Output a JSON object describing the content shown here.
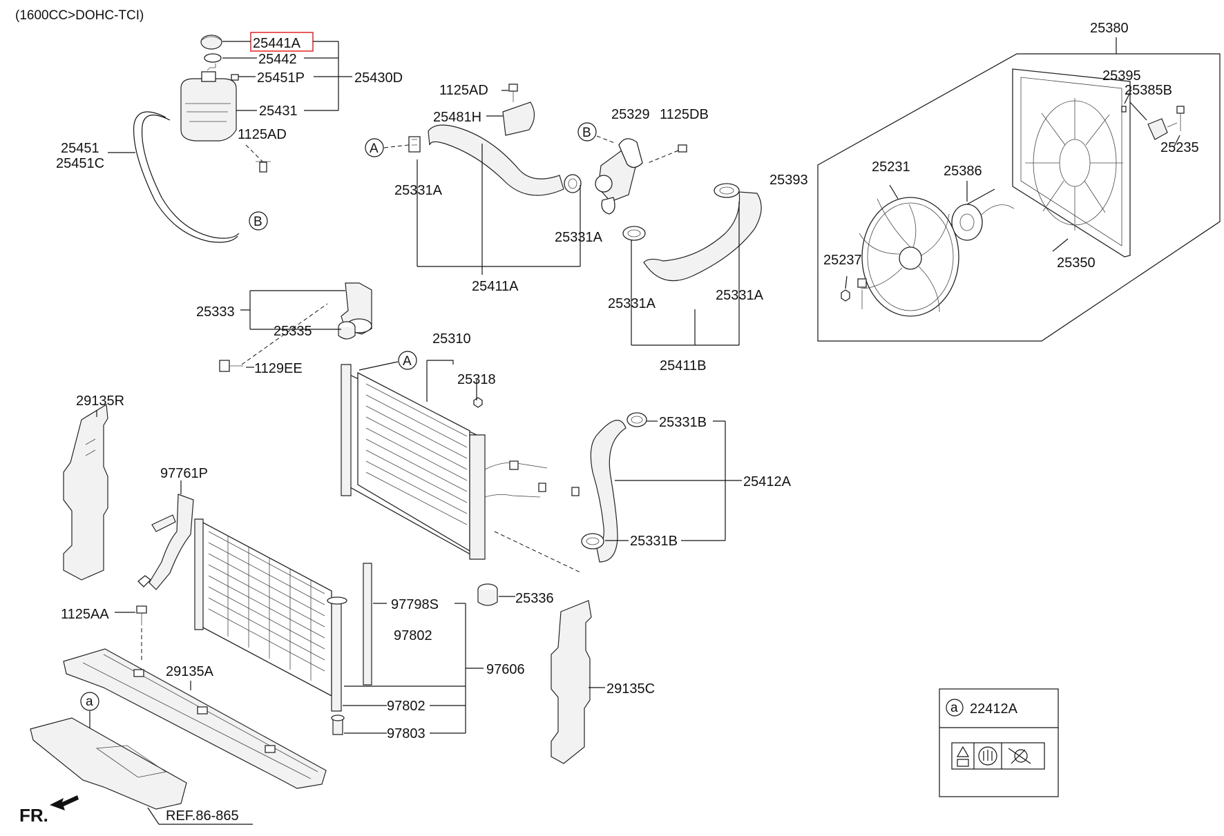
{
  "header": {
    "engine_spec": "(1600CC>DOHC-TCI)"
  },
  "reference": {
    "fr": "FR.",
    "ref": "REF.86-865"
  },
  "callouts": {
    "A": "A",
    "B": "B",
    "a": "a"
  },
  "highlight": {
    "part": "25441A",
    "color": "#e53030"
  },
  "labels": {
    "p25441A": "25441A",
    "p25442": "25442",
    "p25451P": "25451P",
    "p25430D": "25430D",
    "p25431": "25431",
    "p1125AD_a": "1125AD",
    "p25451": "25451",
    "p25451C": "25451C",
    "p1125AD_b": "1125AD",
    "p25481H": "25481H",
    "p25331A_1": "25331A",
    "p25329": "25329",
    "p1125DB": "1125DB",
    "p25331A_2": "25331A",
    "p25411A": "25411A",
    "p25331A_3": "25331A",
    "p25331A_4": "25331A",
    "p25411B": "25411B",
    "p25380": "25380",
    "p25395": "25395",
    "p25385B": "25385B",
    "p25235": "25235",
    "p25393": "25393",
    "p25231": "25231",
    "p25386": "25386",
    "p25237": "25237",
    "p25350": "25350",
    "p25333": "25333",
    "p25335": "25335",
    "p1129EE": "1129EE",
    "p25310": "25310",
    "p25318": "25318",
    "p25331B_1": "25331B",
    "p25412A": "25412A",
    "p25331B_2": "25331B",
    "p25336": "25336",
    "p29135R": "29135R",
    "p97761P": "97761P",
    "p1125AA": "1125AA",
    "p97798S": "97798S",
    "p97802_a": "97802",
    "p97606": "97606",
    "p29135A": "29135A",
    "p29135C": "29135C",
    "p97802_b": "97802",
    "p97803": "97803",
    "p22412A": "22412A"
  }
}
